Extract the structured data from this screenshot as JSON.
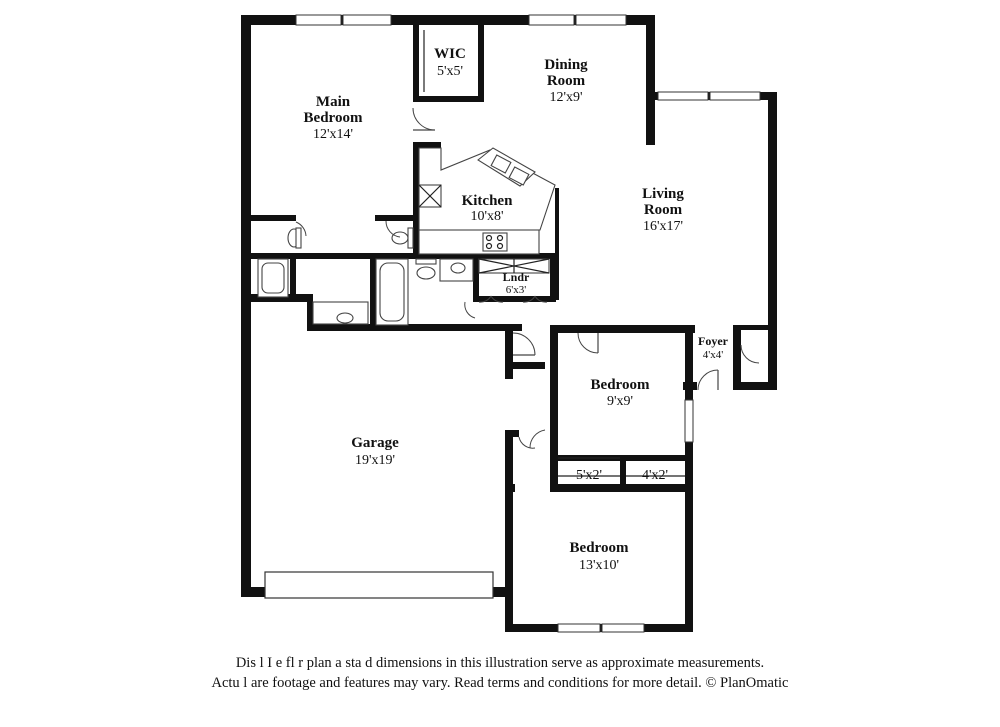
{
  "rooms": {
    "main_bedroom": {
      "name_line1": "Main",
      "name_line2": "Bedroom",
      "dims": "12'x14'"
    },
    "wic": {
      "name": "WIC",
      "dims": "5'x5'"
    },
    "dining": {
      "name_line1": "Dining",
      "name_line2": "Room",
      "dims": "12'x9'"
    },
    "kitchen": {
      "name": "Kitchen",
      "dims": "10'x8'"
    },
    "living": {
      "name_line1": "Living",
      "name_line2": "Room",
      "dims": "16'x17'"
    },
    "laundry": {
      "name": "Lndr",
      "dims": "6'x3'"
    },
    "foyer": {
      "name": "Foyer",
      "dims": "4'x4'"
    },
    "bedroom_small": {
      "name": "Bedroom",
      "dims": "9'x9'"
    },
    "closet_a": {
      "dims": "5'x2'"
    },
    "closet_b": {
      "dims": "4'x2'"
    },
    "garage": {
      "name": "Garage",
      "dims": "19'x19'"
    },
    "bedroom_large": {
      "name": "Bedroom",
      "dims": "13'x10'"
    }
  },
  "disclaimer": {
    "line1": "Dis    l    I    e fl    r plan a    sta    d dimensions in this illustration serve as approximate measurements.",
    "line2": "Actu    l      are footage and features may vary. Read terms and conditions for more detail. © PlanOmatic"
  }
}
